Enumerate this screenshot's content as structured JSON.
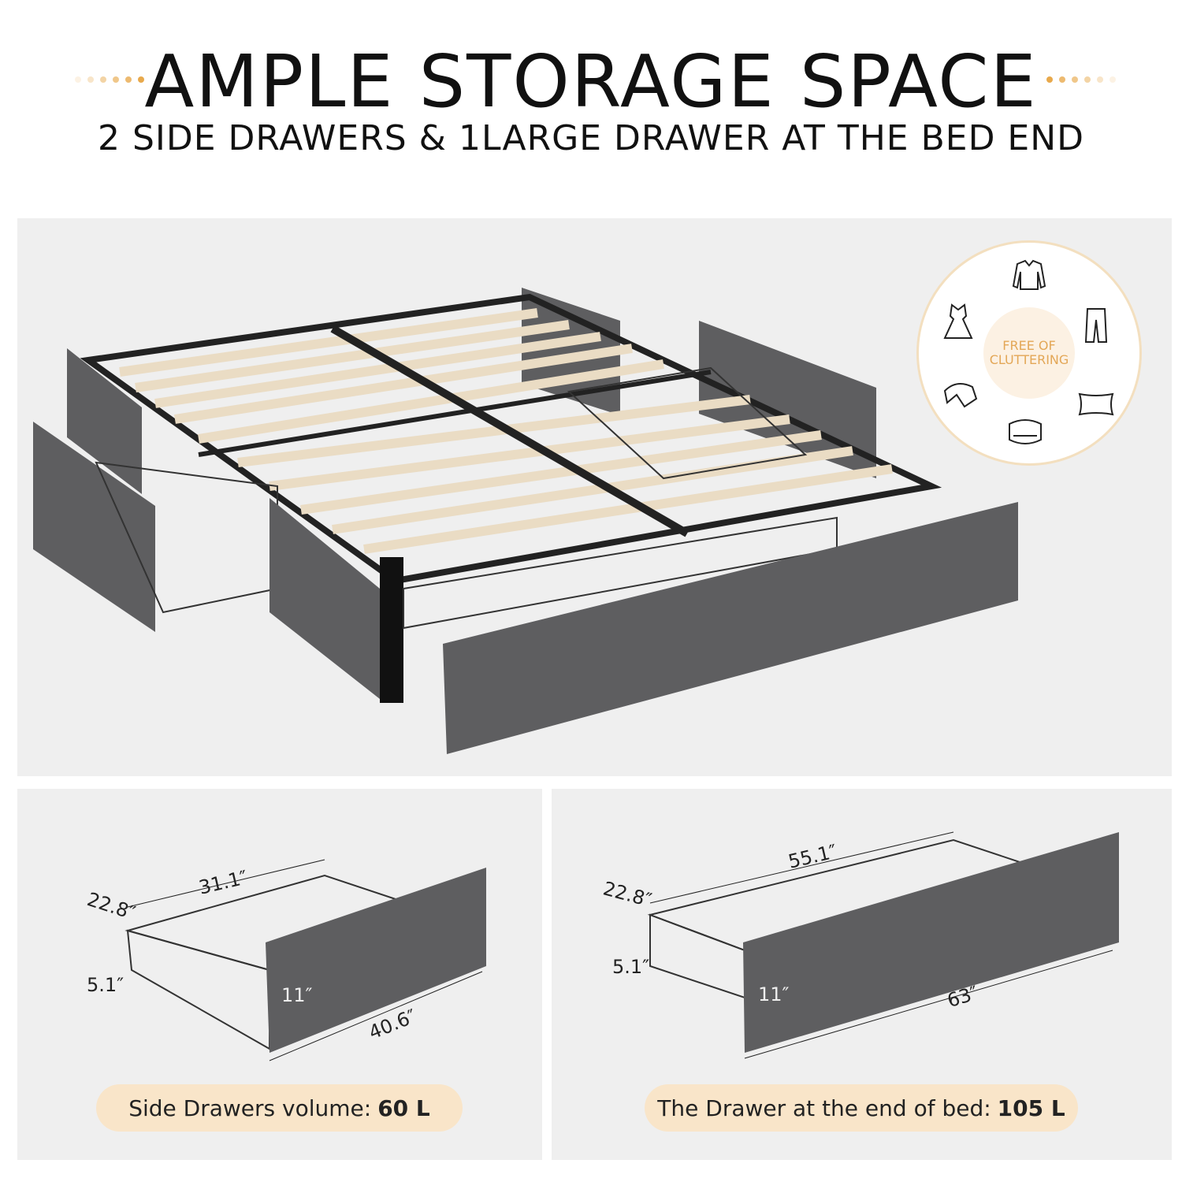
{
  "header": {
    "title": "AMPLE STORAGE SPACE",
    "subtitle": "2 SIDE DRAWERS & 1LARGE DRAWER AT THE BED END",
    "accent": "#e8a94c"
  },
  "badge": {
    "text_line1": "FREE OF",
    "text_line2": "CLUTTERING",
    "icons": [
      "sweater-icon",
      "pants-icon",
      "pillow-icon",
      "blanket-icon",
      "scarf-icon",
      "dress-icon"
    ]
  },
  "side_drawer": {
    "dimensions": {
      "length": "31.1″",
      "depth": "22.8″",
      "height": "5.1″",
      "front_height": "11″",
      "front_width": "40.6″"
    },
    "caption_label": "Side Drawers volume:",
    "caption_value": "60 L"
  },
  "end_drawer": {
    "dimensions": {
      "length": "55.1″",
      "depth": "22.8″",
      "height": "5.1″",
      "front_height": "11″",
      "front_width": "63″"
    },
    "caption_label": "The Drawer at the end of bed:",
    "caption_value": "105 L"
  },
  "colors": {
    "panel_bg": "#efefef",
    "fabric": "#5e5e60",
    "slat": "#eadcc4",
    "pill": "#f9e5c9"
  }
}
